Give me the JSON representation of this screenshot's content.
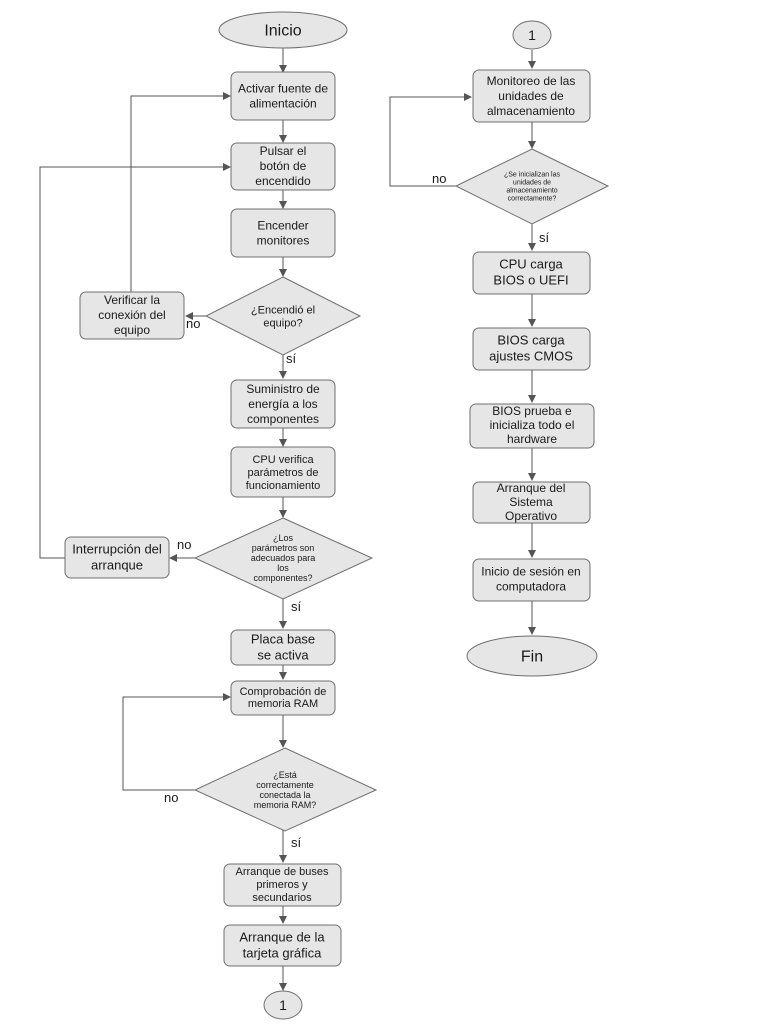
{
  "nodes": {
    "inicio": "Inicio",
    "activar": "Activar fuente de alimentación",
    "pulsar": "Pulsar el botón de encendido",
    "encender": "Encender monitores",
    "encendio": "¿Encendió el equipo?",
    "verificar": "Verificar la conexión del equipo",
    "suministro": "Suministro de energía a los componentes",
    "cpu_verifica": "CPU verifica parámetros de funcionamiento",
    "parametros": "¿Los parámetros son adecuados para los componentes?",
    "interrupcion": "Interrupción del arranque",
    "placa": "Placa base se activa",
    "comprobacion": "Comprobación de memoria RAM",
    "ram_ok": "¿Está correctamente conectada la memoria RAM?",
    "buses": "Arranque de buses primeros y secundarios",
    "tarjeta": "Arranque de la tarjeta gráfica",
    "conector_1a": "1",
    "conector_1b": "1",
    "monitoreo": "Monitoreo de las unidades de almacenamiento",
    "unidades_ok": "¿Se inicializan las unidades de almacenamiento correctamente?",
    "cpu_bios": "CPU carga BIOS o UEFI",
    "bios_cmos": "BIOS carga ajustes CMOS",
    "bios_prueba": "BIOS prueba e inicializa todo el hardware",
    "arranque_so": "Arranque del Sistema Operativo",
    "inicio_sesion": "Inicio de sesión en computadora",
    "fin": "Fin"
  },
  "edge_labels": {
    "no_encendio": "no",
    "si_encendio": "sí",
    "no_parametros": "no",
    "si_parametros": "sí",
    "no_ram": "no",
    "si_ram": "sí",
    "no_unidades": "no",
    "si_unidades": "sí"
  },
  "colors": {
    "node_fill": "#e6e6e6",
    "node_stroke": "#6f6f6f",
    "edge": "#555555"
  }
}
